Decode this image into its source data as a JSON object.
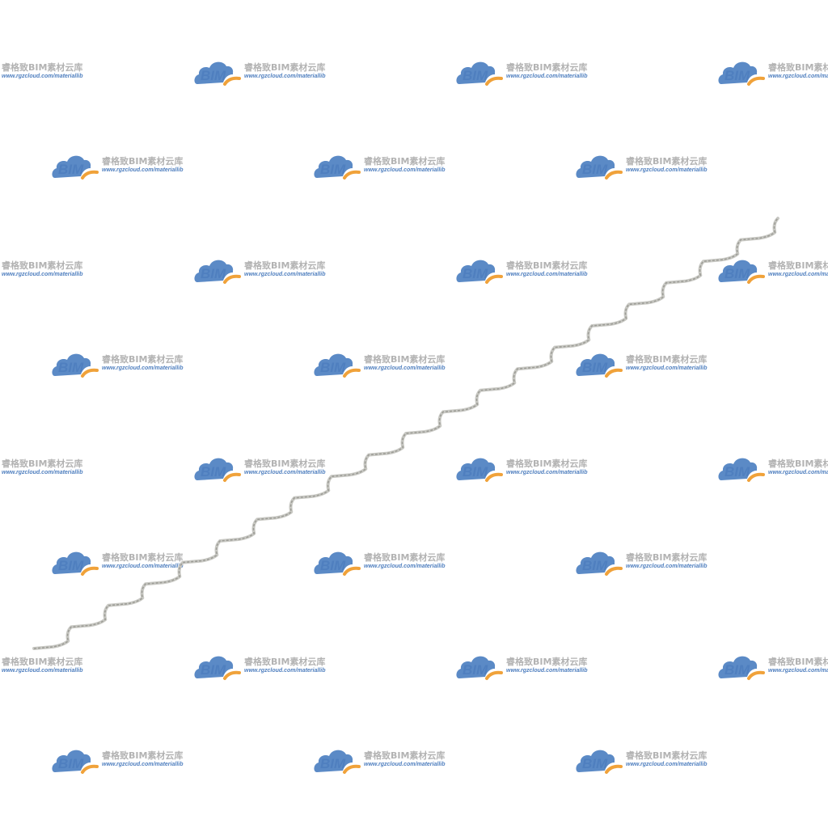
{
  "watermark": {
    "logo_text": "BIM",
    "title": "睿格致BIM素材云库",
    "url": "www.rgzcloud.com/materiallib",
    "colors": {
      "cloud": "#5b8ac6",
      "arc": "#f0a23a",
      "title": "#b3b3b3",
      "url": "#4f7fbf"
    },
    "icon": "cloud-logo-icon"
  },
  "coil": {
    "icon": "spiral-spring-coil-icon",
    "color": "#a8a8a2"
  }
}
